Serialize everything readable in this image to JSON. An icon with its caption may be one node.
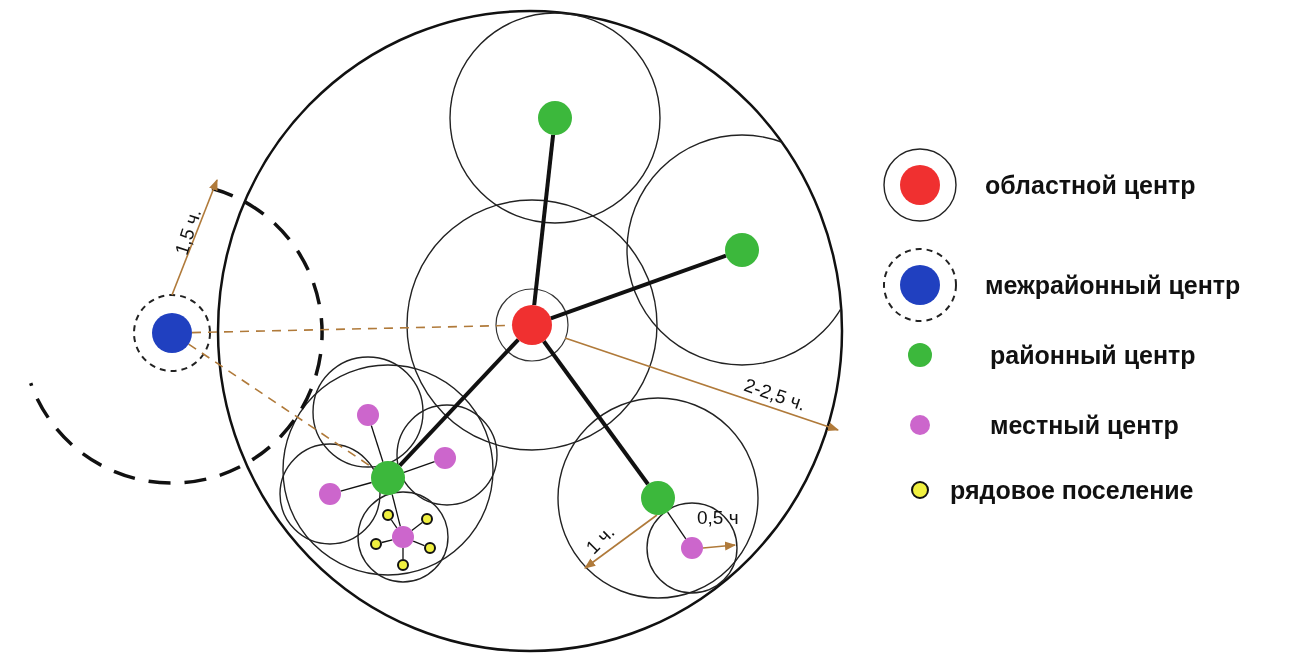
{
  "diagram": {
    "nodes": [
      {
        "text": [],
        "shape": "circle"
      },
      {
        "text": [],
        "shape": "circle"
      },
      {
        "text": [],
        "shape": "circle"
      },
      {
        "text": [],
        "shape": "circle"
      },
      {
        "text": [],
        "shape": "circle"
      },
      {
        "text": [],
        "shape": "circle"
      },
      {
        "text": [],
        "shape": "circle"
      },
      {
        "text": [],
        "shape": "circle"
      },
      {
        "text": [],
        "shape": "circle"
      },
      {
        "text": [],
        "shape": "circle"
      },
      {
        "text": [],
        "shape": "circle"
      },
      {
        "text": [],
        "shape": "circle"
      },
      {
        "text": [],
        "shape": "circle"
      },
      {
        "text": [],
        "shape": "circle"
      },
      {
        "text": [],
        "shape": "circle"
      },
      {
        "text": [],
        "shape": "circle"
      }
    ],
    "edges": [
      {
        "from": 3,
        "to": 0,
        "arrow": "none",
        "style": "thick"
      },
      {
        "from": 3,
        "to": 1,
        "arrow": "none",
        "style": "thick"
      },
      {
        "from": 3,
        "to": 6,
        "arrow": "none",
        "style": "thick"
      },
      {
        "from": 3,
        "to": 14,
        "arrow": "none",
        "style": "thick"
      },
      {
        "from": 2,
        "to": 3,
        "arrow": "none",
        "style": "dashed",
        "color": "#b07a3a"
      },
      {
        "from": 2,
        "to": 6,
        "arrow": "none",
        "style": "dashed",
        "color": "#b07a3a"
      },
      {
        "from": 6,
        "to": 4,
        "arrow": "none"
      },
      {
        "from": 6,
        "to": 5,
        "arrow": "none"
      },
      {
        "from": 6,
        "to": 7,
        "arrow": "none"
      },
      {
        "from": 6,
        "to": 10,
        "arrow": "none"
      },
      {
        "from": 10,
        "to": 8,
        "arrow": "none"
      },
      {
        "from": 10,
        "to": 9,
        "arrow": "none"
      },
      {
        "from": 10,
        "to": 11,
        "arrow": "none"
      },
      {
        "from": 10,
        "to": 12,
        "arrow": "none"
      },
      {
        "from": 10,
        "to": 13,
        "arrow": "none"
      },
      {
        "from": 14,
        "to": 15,
        "arrow": "none"
      }
    ],
    "labels": [
      "1,5 ч.",
      "2-2,5 ч.",
      "1 ч.",
      "0,5 ч"
    ],
    "legend": [
      {
        "text": "областной центр",
        "color": "#f03030"
      },
      {
        "text": "межрайонный центр",
        "color": "#2040c0"
      },
      {
        "text": "районный центр",
        "color": "#3cb83c"
      },
      {
        "text": "местный центр",
        "color": "#cc66cc"
      },
      {
        "text": "рядовое поселение",
        "color": "#f0f040"
      }
    ]
  }
}
